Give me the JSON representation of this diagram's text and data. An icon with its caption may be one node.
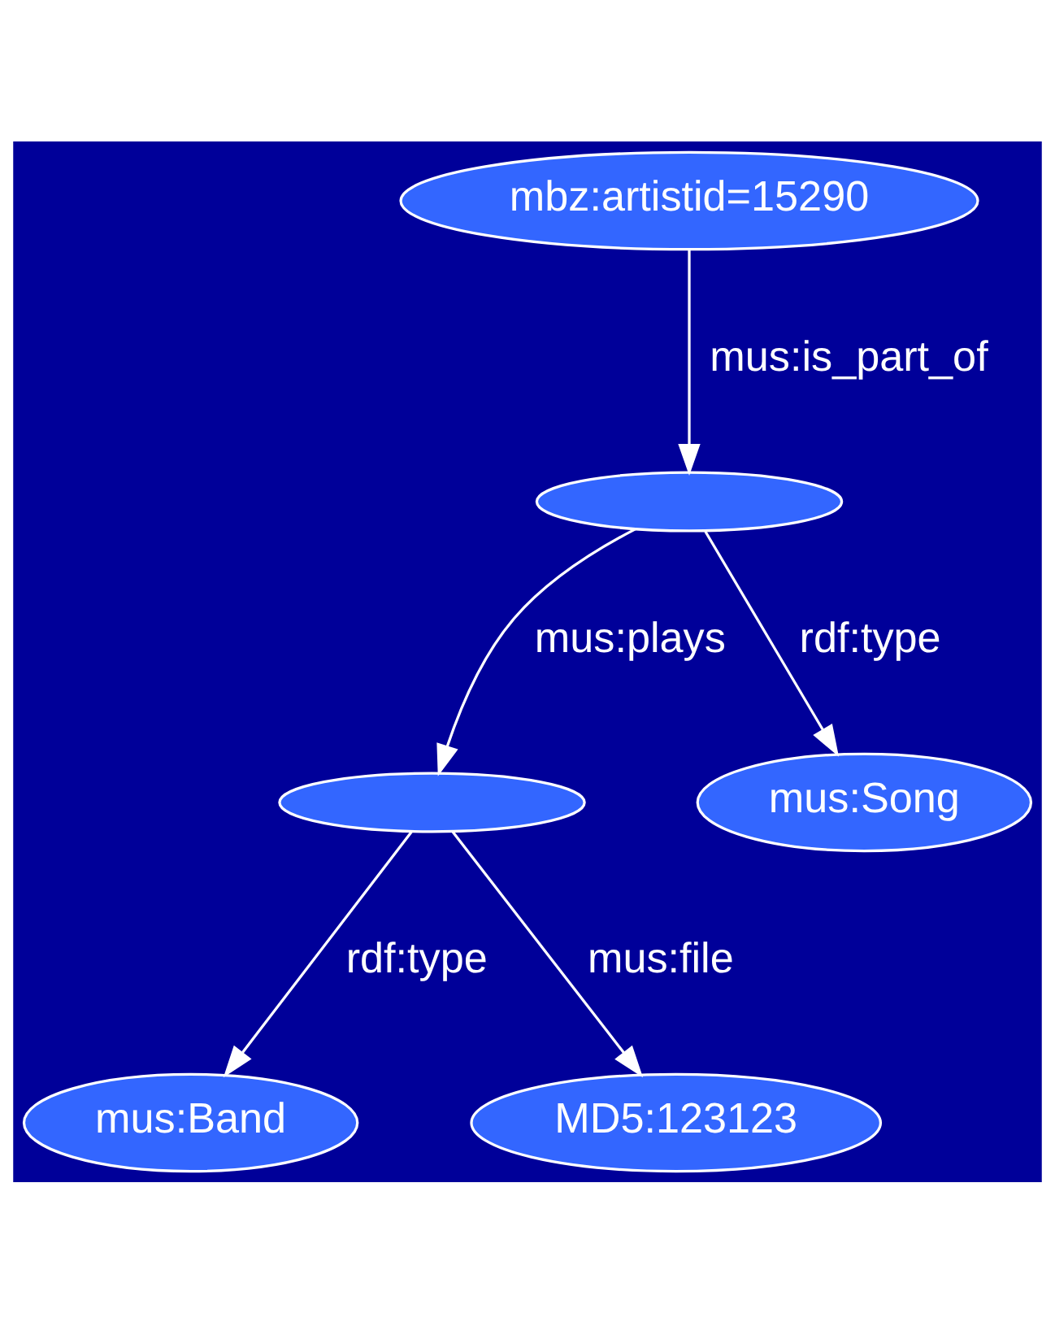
{
  "diagram": {
    "nodes": [
      {
        "text": [
          "mbz:artistid=15290"
        ]
      },
      {
        "text": [],
        "shape": "ellipse"
      },
      {
        "text": [],
        "shape": "ellipse"
      },
      {
        "text": [
          "mus:Song"
        ]
      },
      {
        "text": [
          "mus:Band"
        ]
      },
      {
        "text": [
          "MD5:123123"
        ]
      }
    ],
    "edges": [
      {
        "from": 0,
        "to": 1,
        "arrow": "to",
        "label": "mus:is_part_of"
      },
      {
        "from": 1,
        "to": 2,
        "arrow": "to",
        "label": "mus:plays"
      },
      {
        "from": 1,
        "to": 3,
        "arrow": "to",
        "label": "rdf:type"
      },
      {
        "from": 2,
        "to": 4,
        "arrow": "to",
        "label": "rdf:type"
      },
      {
        "from": 2,
        "to": 5,
        "arrow": "to",
        "label": "mus:file"
      }
    ]
  }
}
